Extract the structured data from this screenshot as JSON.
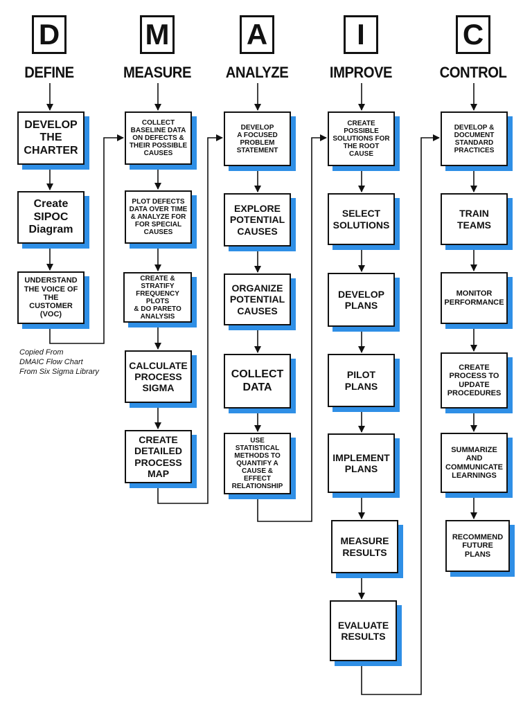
{
  "phases": [
    {
      "letter": "D",
      "title": "DEFINE"
    },
    {
      "letter": "M",
      "title": "MEASURE"
    },
    {
      "letter": "A",
      "title": "ANALYZE"
    },
    {
      "letter": "I",
      "title": "IMPROVE"
    },
    {
      "letter": "C",
      "title": "CONTROL"
    }
  ],
  "define": {
    "steps": [
      "DEVELOP\nTHE\nCHARTER",
      "Create\nSIPOC\nDiagram",
      "UNDERSTAND\nTHE VOICE OF\nTHE CUSTOMER\n(VOC)"
    ],
    "note": "Copied From\nDMAIC Flow Chart\nFrom Six Sigma Library"
  },
  "measure": {
    "steps": [
      "COLLECT\nBASELINE DATA\nON DEFECTS &\nTHEIR POSSIBLE\nCAUSES",
      "PLOT DEFECTS\nDATA OVER TIME\n& ANALYZE FOR\nFOR SPECIAL\nCAUSES",
      "CREATE & STRATIFY\nFREQUENCY PLOTS\n& DO PARETO\nANALYSIS",
      "CALCULATE\nPROCESS\nSIGMA",
      "CREATE\nDETAILED\nPROCESS\nMAP"
    ]
  },
  "analyze": {
    "steps": [
      "DEVELOP\nA FOCUSED\nPROBLEM\nSTATEMENT",
      "EXPLORE\nPOTENTIAL\nCAUSES",
      "ORGANIZE\nPOTENTIAL\nCAUSES",
      "COLLECT\nDATA",
      "USE STATISTICAL\nMETHODS TO\nQUANTIFY A\nCAUSE & EFFECT\nRELATIONSHIP"
    ]
  },
  "improve": {
    "steps": [
      "CREATE POSSIBLE\nSOLUTIONS FOR\nTHE ROOT\nCAUSE",
      "SELECT\nSOLUTIONS",
      "DEVELOP\nPLANS",
      "PILOT\nPLANS",
      "IMPLEMENT\nPLANS",
      "MEASURE\nRESULTS",
      "EVALUATE\nRESULTS"
    ]
  },
  "control": {
    "steps": [
      "DEVELOP &\nDOCUMENT\nSTANDARD\nPRACTICES",
      "TRAIN\nTEAMS",
      "MONITOR\nPERFORMANCE",
      "CREATE\nPROCESS TO\nUPDATE\nPROCEDURES",
      "SUMMARIZE\nAND\nCOMMUNICATE\nLEARNINGS",
      "RECOMMEND\nFUTURE\nPLANS"
    ]
  },
  "colors": {
    "shadow": "#2f8fe6",
    "line": "#111111"
  }
}
